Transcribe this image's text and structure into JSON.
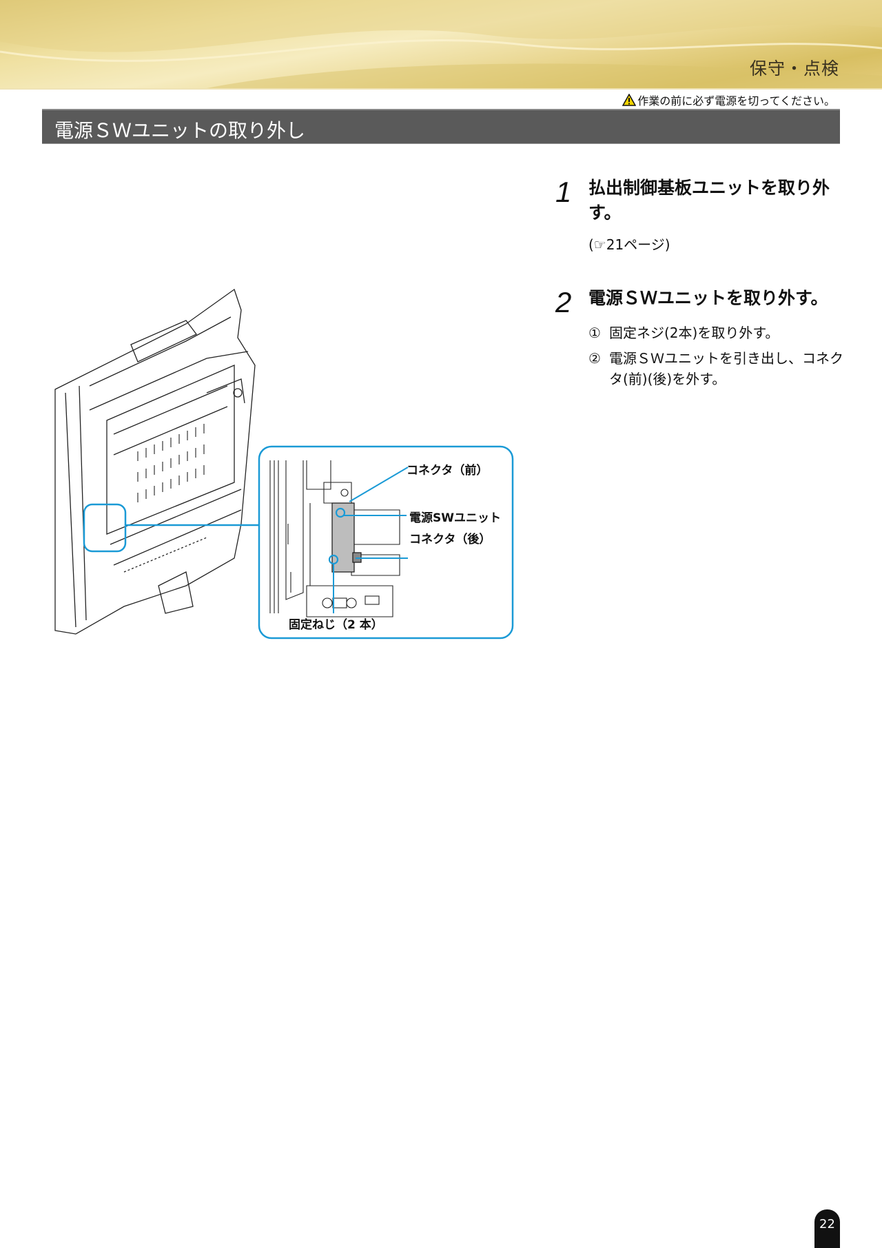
{
  "header": {
    "chapter": "保守・点検"
  },
  "warning": {
    "icon": "warning-triangle-icon",
    "text": "作業の前に必ず電源を切ってください。"
  },
  "section": {
    "title": "電源ＳＷユニットの取り外し"
  },
  "steps": [
    {
      "number": "1",
      "heading": "払出制御基板ユニットを取り外す。",
      "reference": "(☞21ページ)"
    },
    {
      "number": "2",
      "heading": "電源ＳＷユニットを取り外す。",
      "substeps": [
        {
          "marker": "①",
          "text": "固定ネジ(2本)を取り外す。"
        },
        {
          "marker": "②",
          "text": "電源ＳＷユニットを引き出し、コネクタ(前)(後)を外す。"
        }
      ]
    }
  ],
  "figure": {
    "callouts": {
      "connector_front": "コネクタ（前）",
      "sw_unit": "電源SWユニット",
      "connector_rear": "コネクタ（後）",
      "screws": "固定ねじ（2 本）"
    },
    "accent_color": "#1a9ad6"
  },
  "page_number": "22"
}
